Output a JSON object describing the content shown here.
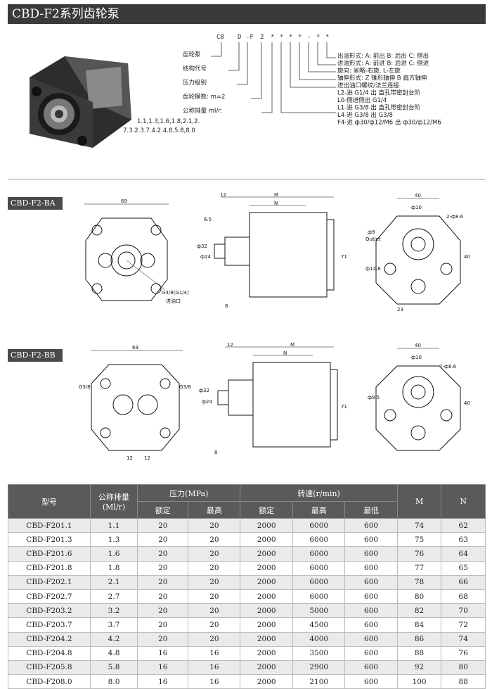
{
  "title": "CBD-F2系列齿轮泵",
  "code": {
    "chars": [
      "CB",
      "D",
      "-F",
      "2",
      "*",
      "*",
      "*",
      "*",
      "-",
      "*",
      "*"
    ],
    "left_labels": [
      "齿轮泵",
      "结构代号",
      "压力级别",
      "齿轮模数: m=2",
      "公称排量 ml/r:",
      "1.1,1.3,1.6,1.8,2.1,2.",
      "7.3.2.3.7.4.2.4.8.5.8,8.0"
    ],
    "right_labels": [
      "出油形式: A: 前出  B: 后出  C: 侧出",
      "进油形式: A: 前进  B: 后进  C: 侧进",
      "旋向: 省略-右旋, L-左旋",
      "轴伸形式: Z 锥形轴伸  B 扁方轴伸",
      "进出油口螺纹/法兰连接",
      "L2-进 G1/4  出 直孔带密封台阶",
      "L0-侧进侧出 G1/4",
      "L1-进 G3/8  出 直孔带密封台阶",
      "L4-进 G3/8  出  G3/8",
      "F4-进 ф30/ф12/M6  出 ф30/ф12/M6"
    ]
  },
  "sections": [
    {
      "label": "CBD-F2-BA",
      "front": {
        "width": "69",
        "port_note": "G3/8(G1/4)",
        "port_note2": "进油口"
      },
      "side": {
        "d12": "12",
        "M": "M",
        "N": "N",
        "d65": "6.5",
        "d8": "8",
        "shaft": "ф32",
        "shaft2": "ф24",
        "h71": "71"
      },
      "rear": {
        "d40": "40",
        "d10": "ф10",
        "holes": "2-ф8.6",
        "d9": "ф9",
        "outlet": "Outlet",
        "d128": "ф12.8",
        "d23": "23",
        "h40": "40"
      }
    },
    {
      "label": "CBD-F2-BB",
      "front": {
        "width": "69",
        "port_l": "G3/8",
        "port_r": "G3/8",
        "d12a": "12",
        "d12b": "12"
      },
      "side": {
        "d12": "12",
        "M": "M",
        "N": "N",
        "d8": "8",
        "shaft": "ф32",
        "shaft2": "ф24",
        "h71": "71"
      },
      "rear": {
        "d40": "40",
        "d10": "ф10",
        "holes": "2-ф8.6",
        "h40": "40",
        "d9": "ф9.5"
      }
    }
  ],
  "table": {
    "headers": {
      "model": "型号",
      "disp": "公称排量",
      "disp_unit": "(Ml/r)",
      "pressure": "压力(MPa)",
      "speed": "转速(r/min)",
      "M": "M",
      "N": "N"
    },
    "sub": {
      "rated": "额定",
      "max": "最高",
      "rated2": "额定",
      "max2": "最高",
      "min": "最低"
    },
    "rows": [
      [
        "CBD-F201.1",
        "1.1",
        "20",
        "20",
        "2000",
        "6000",
        "600",
        "74",
        "62"
      ],
      [
        "CBD-F201.3",
        "1.3",
        "20",
        "20",
        "2000",
        "6000",
        "600",
        "75",
        "63"
      ],
      [
        "CBD-F201.6",
        "1.6",
        "20",
        "20",
        "2000",
        "6000",
        "600",
        "76",
        "64"
      ],
      [
        "CBD-F201.8",
        "1.8",
        "20",
        "20",
        "2000",
        "6000",
        "600",
        "77",
        "65"
      ],
      [
        "CBD-F202.1",
        "2.1",
        "20",
        "20",
        "2000",
        "6000",
        "600",
        "78",
        "66"
      ],
      [
        "CBD-F202.7",
        "2.7",
        "20",
        "20",
        "2000",
        "6000",
        "600",
        "80",
        "68"
      ],
      [
        "CBD-F203.2",
        "3.2",
        "20",
        "20",
        "2000",
        "5000",
        "600",
        "82",
        "70"
      ],
      [
        "CBD-F203.7",
        "3.7",
        "20",
        "20",
        "2000",
        "4500",
        "600",
        "84",
        "72"
      ],
      [
        "CBD-F204.2",
        "4.2",
        "20",
        "20",
        "2000",
        "4000",
        "600",
        "86",
        "74"
      ],
      [
        "CBD-F204.8",
        "4.8",
        "16",
        "16",
        "2000",
        "3500",
        "600",
        "88",
        "76"
      ],
      [
        "CBD-F205.8",
        "5.8",
        "16",
        "16",
        "2000",
        "2900",
        "600",
        "92",
        "80"
      ],
      [
        "CBD-F208.0",
        "8.0",
        "16",
        "16",
        "2000",
        "2100",
        "600",
        "100",
        "88"
      ]
    ]
  }
}
